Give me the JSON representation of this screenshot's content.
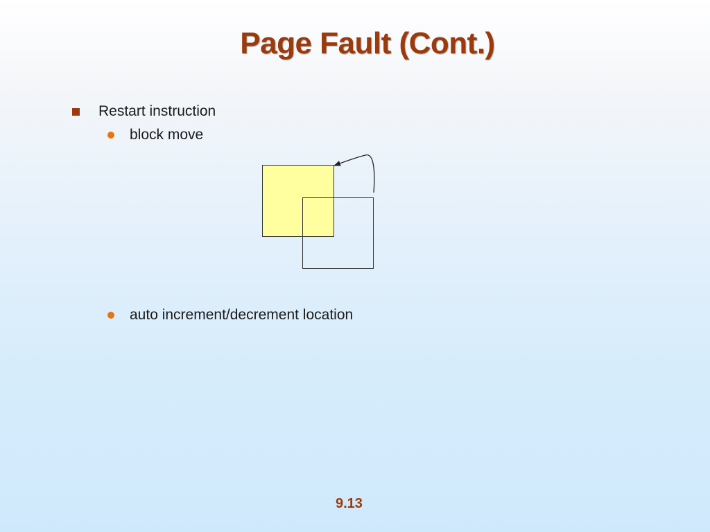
{
  "slide": {
    "title": "Page Fault (Cont.)",
    "bullets": [
      {
        "text": "Restart instruction",
        "sub": [
          {
            "text": "block move"
          },
          {
            "text": "auto increment/decrement location"
          }
        ]
      }
    ],
    "page_number": "9.13"
  },
  "colors": {
    "title": "#9c3a0c",
    "square_bullet": "#9c3a0c",
    "round_bullet": "#e8740c",
    "source_block_fill": "#ffff9f",
    "outline": "#222222"
  },
  "icons": {
    "level1_marker": "square-bullet-icon",
    "level2_marker": "round-bullet-icon",
    "diagram_arrow": "curved-arrow-icon"
  }
}
